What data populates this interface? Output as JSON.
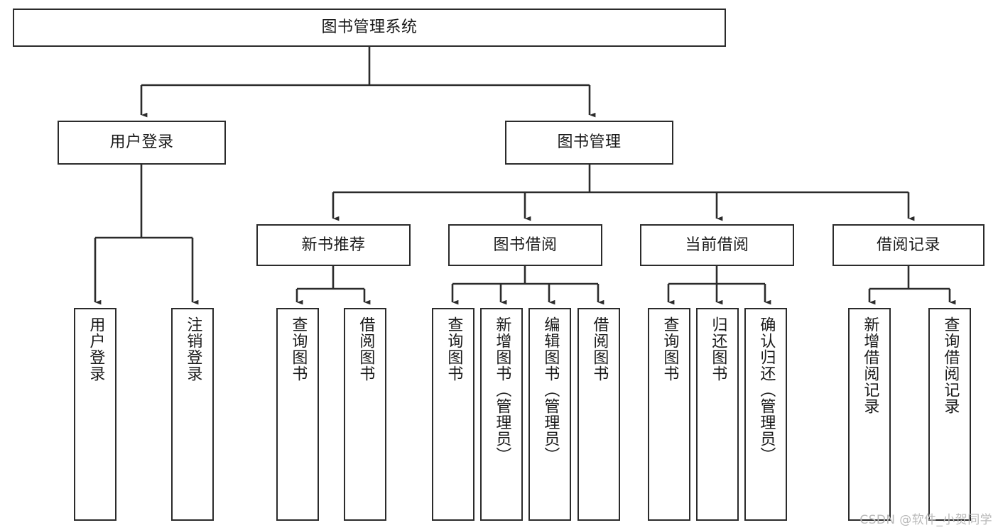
{
  "diagram": {
    "type": "tree-hierarchy-chart",
    "title": "图书管理系统",
    "stroke_color": "#2b2b2b",
    "background_color": "#ffffff",
    "watermark": "CSDN @软件_小贺同学",
    "levels": {
      "level1": [
        "图书管理系统"
      ],
      "level2": [
        "用户登录",
        "图书管理"
      ],
      "level3": [
        "新书推荐",
        "图书借阅",
        "当前借阅",
        "借阅记录"
      ],
      "level4": [
        "用户登录",
        "注销登录",
        "查询图书",
        "借阅图书",
        "查询图书",
        "新增图书（管理员）",
        "编辑图书（管理员）",
        "借阅图书",
        "查询图书",
        "归还图书",
        "确认归还（管理员）",
        "新增借阅记录",
        "查询借阅记录"
      ]
    },
    "nodes": {
      "root": {
        "label": "图书管理系统"
      },
      "user_login": {
        "label": "用户登录"
      },
      "book_manage": {
        "label": "图书管理"
      },
      "new_book_rec": {
        "label": "新书推荐"
      },
      "book_borrow": {
        "label": "图书借阅"
      },
      "current_borrow": {
        "label": "当前借阅"
      },
      "borrow_record": {
        "label": "借阅记录"
      },
      "leaf_user_login": {
        "label": "用户登录"
      },
      "leaf_logout": {
        "label": "注销登录"
      },
      "leaf_query_book_a": {
        "label": "查询图书"
      },
      "leaf_borrow_book_a": {
        "label": "借阅图书"
      },
      "leaf_query_book_b": {
        "label": "查询图书"
      },
      "leaf_add_book": {
        "label": "新增图书（管理员）"
      },
      "leaf_edit_book": {
        "label": "编辑图书（管理员）"
      },
      "leaf_borrow_book_b": {
        "label": "借阅图书"
      },
      "leaf_query_book_c": {
        "label": "查询图书"
      },
      "leaf_return_book": {
        "label": "归还图书"
      },
      "leaf_confirm_return": {
        "label": "确认归还（管理员）"
      },
      "leaf_add_record": {
        "label": "新增借阅记录"
      },
      "leaf_query_record": {
        "label": "查询借阅记录"
      }
    },
    "edges": [
      {
        "from": "root",
        "to": "user_login"
      },
      {
        "from": "root",
        "to": "book_manage"
      },
      {
        "from": "user_login",
        "to": "leaf_user_login"
      },
      {
        "from": "user_login",
        "to": "leaf_logout"
      },
      {
        "from": "book_manage",
        "to": "new_book_rec"
      },
      {
        "from": "book_manage",
        "to": "book_borrow"
      },
      {
        "from": "book_manage",
        "to": "current_borrow"
      },
      {
        "from": "book_manage",
        "to": "borrow_record"
      },
      {
        "from": "new_book_rec",
        "to": "leaf_query_book_a"
      },
      {
        "from": "new_book_rec",
        "to": "leaf_borrow_book_a"
      },
      {
        "from": "book_borrow",
        "to": "leaf_query_book_b"
      },
      {
        "from": "book_borrow",
        "to": "leaf_add_book"
      },
      {
        "from": "book_borrow",
        "to": "leaf_edit_book"
      },
      {
        "from": "book_borrow",
        "to": "leaf_borrow_book_b"
      },
      {
        "from": "current_borrow",
        "to": "leaf_query_book_c"
      },
      {
        "from": "current_borrow",
        "to": "leaf_return_book"
      },
      {
        "from": "current_borrow",
        "to": "leaf_confirm_return"
      },
      {
        "from": "borrow_record",
        "to": "leaf_add_record"
      },
      {
        "from": "borrow_record",
        "to": "leaf_query_record"
      }
    ]
  }
}
